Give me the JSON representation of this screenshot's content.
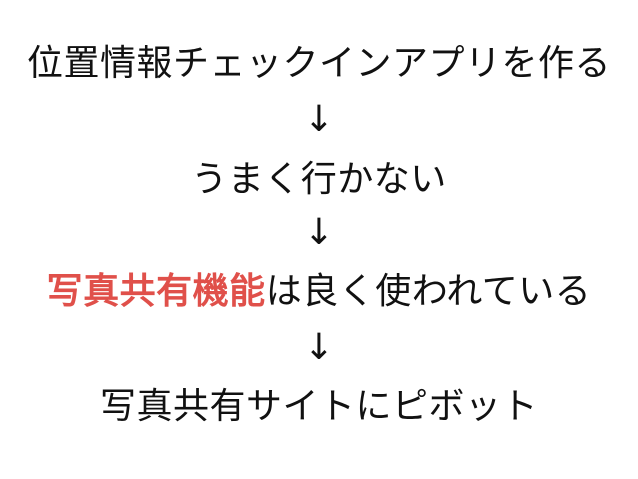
{
  "slide": {
    "line1": "位置情報チェックインアプリを作る",
    "arrow1": "↓",
    "line2": "うまく行かない",
    "arrow2": "↓",
    "line3_highlight": "写真共有機能",
    "line3_rest": "は良く使われている",
    "arrow3": "↓",
    "line4": "写真共有サイトにピボット",
    "highlight_color": "#e0504a"
  }
}
